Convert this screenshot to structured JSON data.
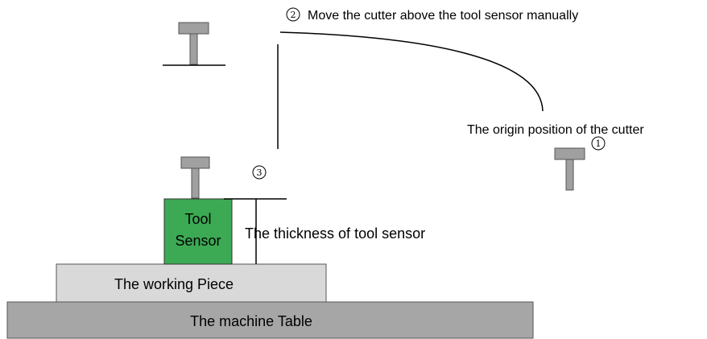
{
  "step2": {
    "number": "2",
    "text": "Move the cutter above the tool sensor manually"
  },
  "step1": {
    "number": "1",
    "text": "The origin position of the cutter"
  },
  "step3": {
    "number": "3"
  },
  "tool_sensor": {
    "line1": "Tool",
    "line2": "Sensor"
  },
  "thickness_label": "The thickness of tool sensor",
  "working_piece_label": "The working Piece",
  "machine_table_label": "The machine Table",
  "colors": {
    "sensor_green": "#3caa54",
    "working_piece": "#d9d9d9",
    "machine_table": "#a6a6a6",
    "cutter_gray": "#a0a0a0"
  }
}
